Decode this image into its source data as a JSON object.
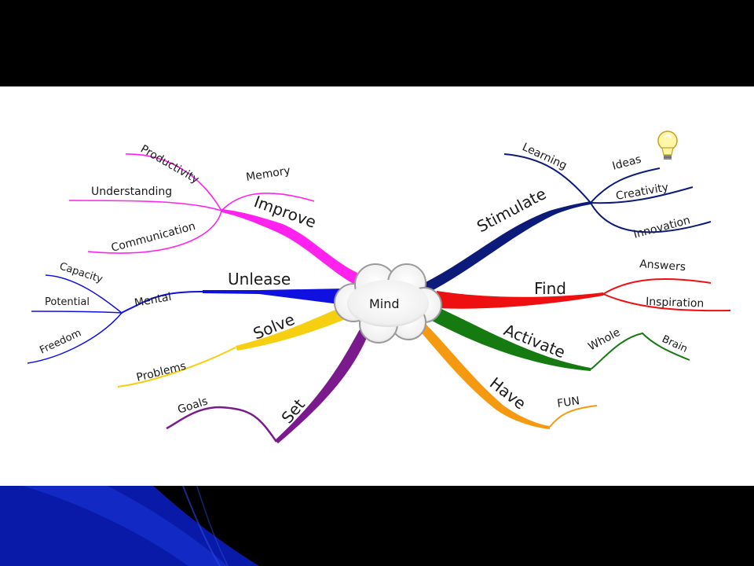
{
  "colors": {
    "slide_background": "#000000",
    "slide_accent": "#0a1aa8",
    "canvas": "#ffffff",
    "improve": "#ff22ee",
    "unlease": "#1010e0",
    "solve": "#f5cf10",
    "set": "#7a1a8c",
    "stimulate": "#0c1a7a",
    "find": "#ee1010",
    "activate": "#157a10",
    "have": "#f59a10"
  },
  "center": {
    "label": "Mind",
    "icon": "cloud-icon"
  },
  "branches": {
    "improve": {
      "label": "Improve",
      "sub": {
        "memory": "Memory",
        "productivity": "Productivity",
        "understanding": "Understanding",
        "communication": "Communication"
      }
    },
    "unlease": {
      "label": "Unlease",
      "sub": {
        "mental": "Mental",
        "capacity": "Capacity",
        "potential": "Potential",
        "freedom": "Freedom"
      }
    },
    "solve": {
      "label": "Solve",
      "sub": {
        "problems": "Problems"
      }
    },
    "set": {
      "label": "Set",
      "sub": {
        "goals": "Goals"
      }
    },
    "stimulate": {
      "label": "Stimulate",
      "sub": {
        "learning": "Learning",
        "ideas": "Ideas",
        "creativity": "Creativity",
        "innovation": "Innovation"
      },
      "icon": "lightbulb-icon"
    },
    "find": {
      "label": "Find",
      "sub": {
        "answers": "Answers",
        "inspiration": "Inspiration"
      }
    },
    "activate": {
      "label": "Activate",
      "sub": {
        "whole": "Whole",
        "brain": "Brain"
      }
    },
    "have": {
      "label": "Have",
      "sub": {
        "fun": "FUN"
      }
    }
  }
}
